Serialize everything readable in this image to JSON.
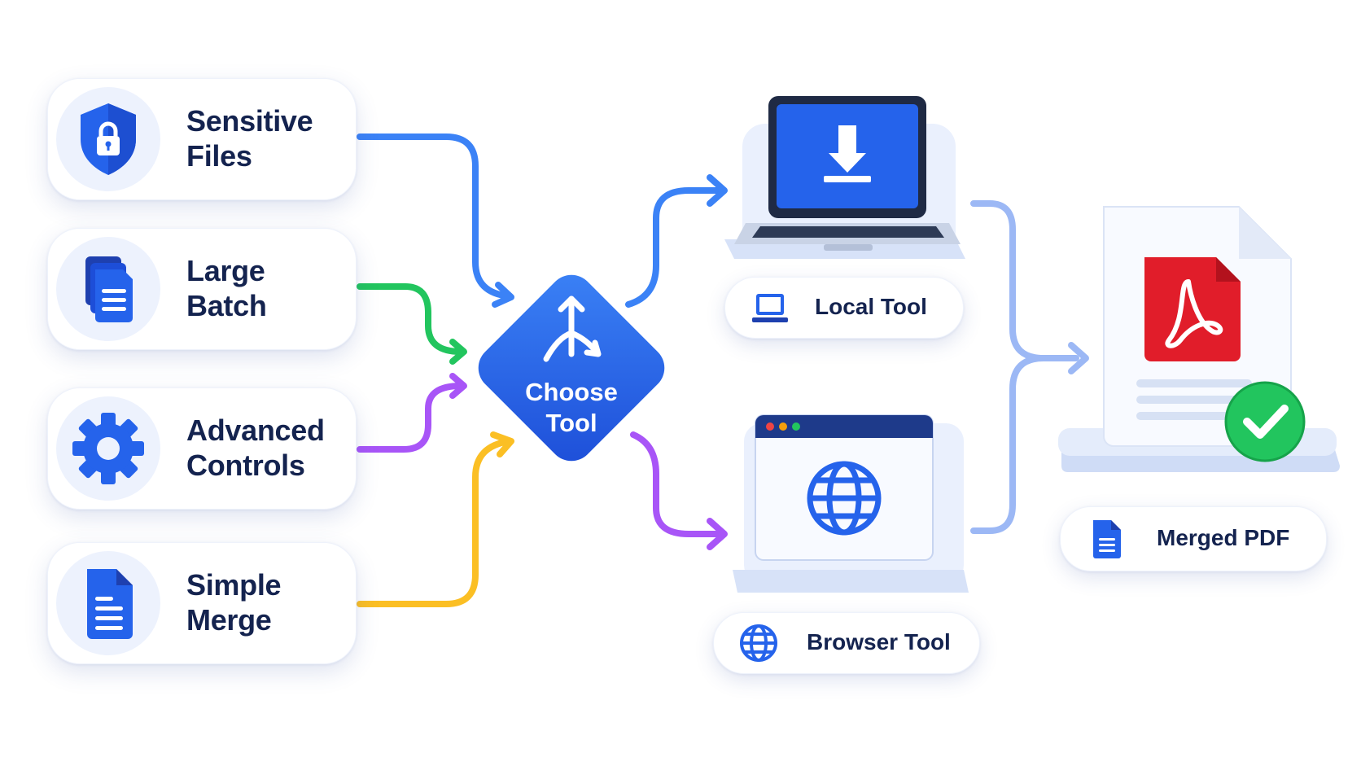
{
  "diagram": {
    "inputs": [
      {
        "line1": "Sensitive",
        "line2": "Files",
        "icon": "shield-lock-icon",
        "flow_color": "#3b82f6"
      },
      {
        "line1": "Large",
        "line2": "Batch",
        "icon": "document-stack-icon",
        "flow_color": "#22c55e"
      },
      {
        "line1": "Advanced",
        "line2": "Controls",
        "icon": "gear-icon",
        "flow_color": "#a855f7"
      },
      {
        "line1": "Simple",
        "line2": "Merge",
        "icon": "document-icon",
        "flow_color": "#fbbf24"
      }
    ],
    "decision": {
      "line1": "Choose",
      "line2": "Tool",
      "icon": "split-arrow-icon",
      "color": "#2f6fe0"
    },
    "tools": [
      {
        "label": "Local Tool",
        "icon": "laptop-icon",
        "illustration": "laptop-download-icon"
      },
      {
        "label": "Browser Tool",
        "icon": "globe-icon",
        "illustration": "browser-window-globe-icon"
      }
    ],
    "output": {
      "label": "Merged PDF",
      "icon": "document-icon",
      "illustration": "pdf-file-check-icon"
    }
  }
}
